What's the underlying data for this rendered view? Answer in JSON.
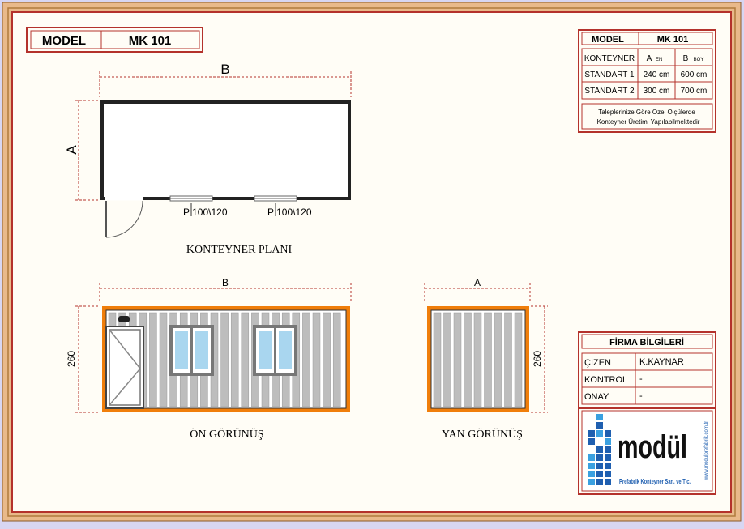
{
  "colors": {
    "page_bg": "#d8d6f2",
    "frame_outer": "#e9b98a",
    "frame_inner": "#b07a3c",
    "border_red": "#b4322c",
    "paper": "#fffdf6",
    "container_orange": "#f07e0a",
    "panel_gray": "#bdbdbd",
    "glass_blue": "#a9d6ef",
    "logo_blue": "#1f5fb0"
  },
  "title_block": {
    "model_label": "MODEL",
    "model_value": "MK 101"
  },
  "spec_table": {
    "model_label": "MODEL",
    "model_value": "MK 101",
    "col_head": "KONTEYNER",
    "col_a": "A",
    "col_a_sub": "EN",
    "col_b": "B",
    "col_b_sub": "BOY",
    "rows": [
      {
        "name": "STANDART 1",
        "a": "240 cm",
        "b": "600 cm"
      },
      {
        "name": "STANDART 2",
        "a": "300 cm",
        "b": "700 cm"
      }
    ],
    "note_line1": "Taleplerinize Göre Özel Ölçülerde",
    "note_line2": "Konteyner Üretimi Yapılabilmektedir"
  },
  "plan": {
    "dim_b": "B",
    "dim_a": "A",
    "window1": "P 100\\120",
    "window2": "P 100\\120",
    "title": "KONTEYNER PLANI"
  },
  "front": {
    "dim_b": "B",
    "height": "260",
    "title": "ÖN  GÖRÜNÜŞ"
  },
  "side": {
    "dim_a": "A",
    "height": "260",
    "title": "YAN  GÖRÜNÜŞ"
  },
  "company": {
    "header": "FİRMA BİLGİLERİ",
    "rows": [
      {
        "label": "ÇİZEN",
        "value": "K.KAYNAR"
      },
      {
        "label": "KONTROL",
        "value": "-"
      },
      {
        "label": "ONAY",
        "value": "-"
      }
    ]
  },
  "logo": {
    "name": "modül",
    "tagline": "Prefabrik Konteyner San. ve Tic.",
    "website": "www.modulprefabrik.com.tr"
  }
}
